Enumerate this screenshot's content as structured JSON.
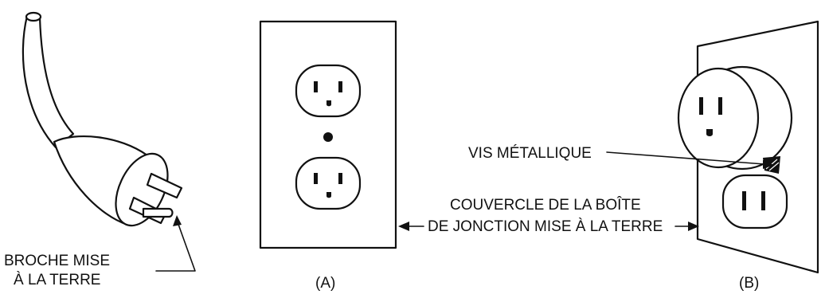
{
  "labels": {
    "grounding_pin": [
      "BROCHE MISE",
      "À LA TERRE"
    ],
    "metal_screw": "VIS MÉTALLIQUE",
    "cover": [
      "COUVERCLE DE LA BOÎTE",
      "DE JONCTION MISE À LA TERRE"
    ],
    "fig_a": "(A)",
    "fig_b": "(B)"
  },
  "colors": {
    "ink": "#111111",
    "background": "#ffffff"
  }
}
